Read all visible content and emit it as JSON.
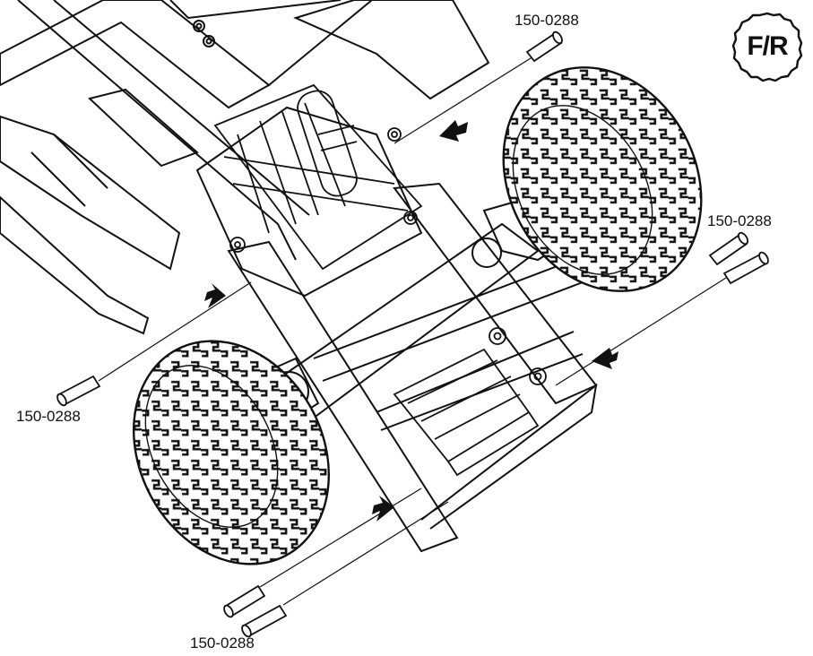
{
  "badge": {
    "text": "F/R"
  },
  "labels": {
    "part_top": "150-0288",
    "part_right": "150-0288",
    "part_left": "150-0288",
    "part_bottom": "150-0288"
  },
  "colors": {
    "line": "#111111",
    "tire": "#ffffff",
    "background": "#ffffff"
  }
}
